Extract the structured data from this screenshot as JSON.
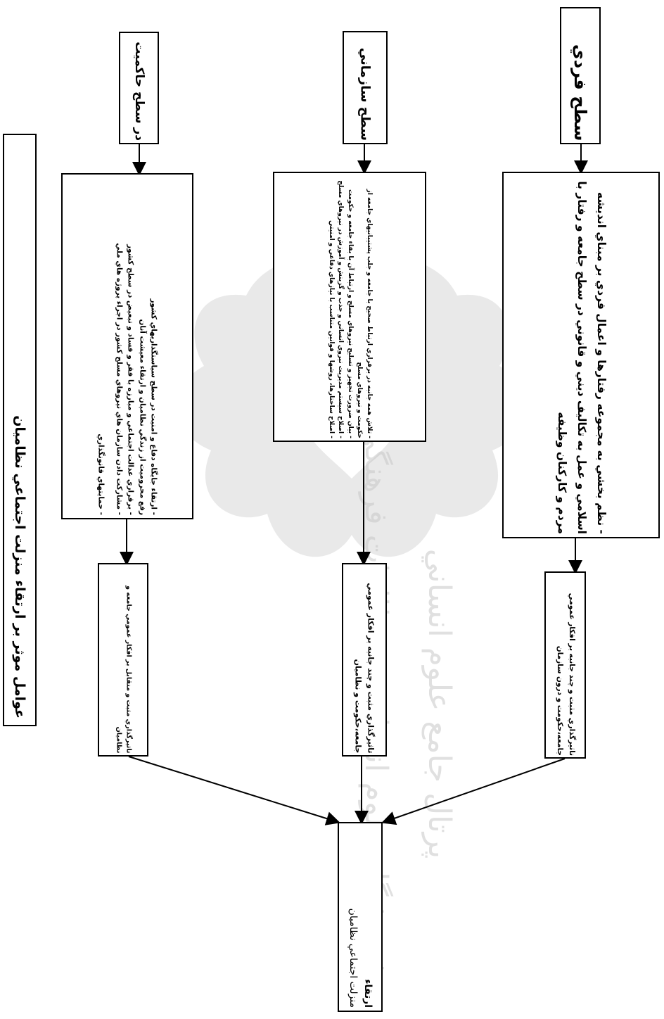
{
  "diagram": {
    "title": "عوامل موثر بر ارتقاء منزلت اجتماعي نظاميان",
    "levels": [
      {
        "key": "governance",
        "label": "در سطح حاكميت"
      },
      {
        "key": "organizational",
        "label": "سطح سازماني"
      },
      {
        "key": "individual",
        "label": "سطح فردي"
      }
    ],
    "factors": {
      "governance": [
        "- ارتقاء جايگاه دفاع و امنيت در سطح سياستگذاريهاي كشور",
        "رفع محروميت از زندگي نظاميان و ارتقاء معيشت آنان",
        "- برقراري عدالت اجتماعي و مبارزه با فقر و فساد و تبعيض در سطح كشور",
        "- مشاركت دادن سازمان هاي نيروهاي مسلح كشور در اجراء پروژه هاي ملي",
        "- حمايتهاي قانونگذاري"
      ],
      "organizational": [
        "- تلاش همه جانبه در برقراري ارتباط صحيح با جامعه و جلب پشتيبانيهاي جامعه از حكومت و نيروهاي مسلح",
        "- بيان ضرورت تجهيز و تسليح نيروهاي مسلح و ارتباط آن با بقاء جامعه و حكومت",
        "- اصلاح سيستم مديريت نيروي انساني و جذب و گزينش و آموزش در نيروهاي مسلح",
        "- اصلاح ساختارها، روشها و قوانين متناسب با نيازهاي دفاعي و امنيتي"
      ],
      "individual": [
        "- نظم بخشي به مجموعه رفتارها و اعمال فردي بر مبناي انديشه اسلامي و عمل به تكاليف ديني و قانوني در سطح جامعه و رفتار با مردم و كاركنان وظيفه"
      ]
    },
    "effects": {
      "governance": "تاثيرگذاري مثبت و متقابل بر افكار عمومي جامعه و نظاميان",
      "organizational": "تاثيرگذاري مثبت و چند جانبه بر افكار عمومي جامعه،حكومت و نظاميان",
      "individual": "تاثيرگذاري مثبت و چند جانبه بر افكار عمومي جامعه،حكومت و درون سازمان"
    },
    "result": {
      "heading": "ارتقاء",
      "text": "منزلت اجتماعي نظاميان"
    },
    "watermark": "پژوهشگاه علوم انساني و مطالعات فرهنگي — پرتال جامع علوم انساني"
  }
}
